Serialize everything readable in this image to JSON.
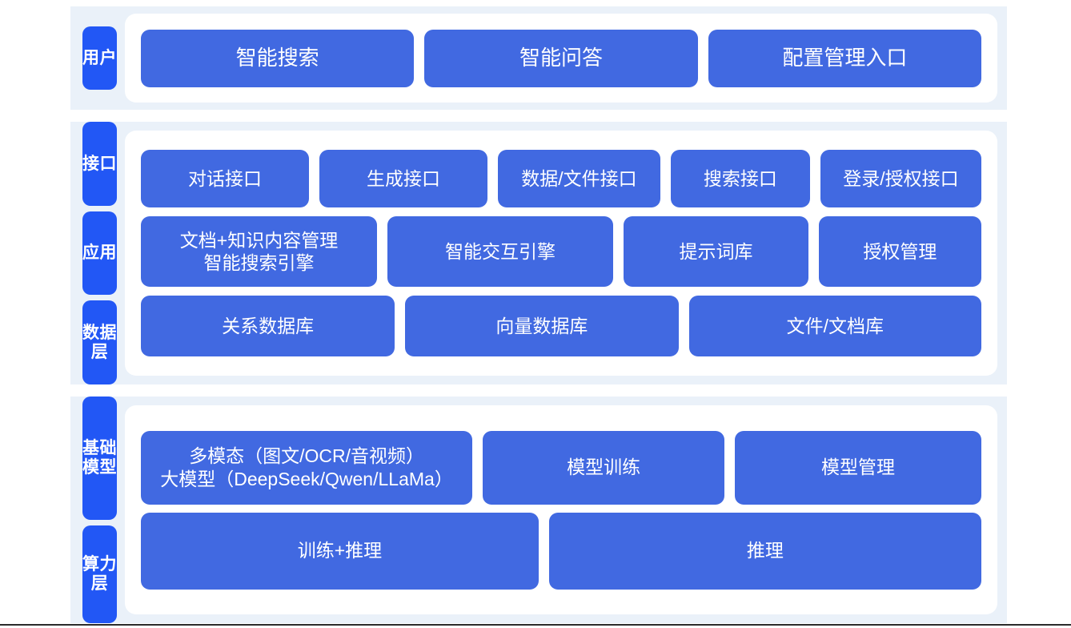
{
  "colors": {
    "band_background": "#eaf1f9",
    "side_label": "#2257f5",
    "box": "#4169e1",
    "panel": "#ffffff",
    "page": "#ffffff"
  },
  "sections": [
    {
      "id": "user",
      "labels": [
        "用户"
      ],
      "rows": [
        {
          "id": "user",
          "boxes": [
            {
              "label": "智能搜索",
              "flex": 1
            },
            {
              "label": "智能问答",
              "flex": 1
            },
            {
              "label": "配置管理入口",
              "flex": 1
            }
          ]
        }
      ]
    },
    {
      "id": "platform",
      "labels": [
        "接口",
        "应用",
        "数据层"
      ],
      "rows": [
        {
          "id": "api",
          "boxes": [
            {
              "label": "对话接口",
              "flex": 1.08
            },
            {
              "label": "生成接口",
              "flex": 1.08
            },
            {
              "label": "数据/文件接口",
              "flex": 1.04
            },
            {
              "label": "搜索接口",
              "flex": 0.88
            },
            {
              "label": "登录/授权接口",
              "flex": 1.03
            }
          ]
        },
        {
          "id": "app",
          "boxes": [
            {
              "label": "文档+知识内容管理\n智能搜索引擎",
              "flex": 1.52
            },
            {
              "label": "智能交互引擎",
              "flex": 1.45
            },
            {
              "label": "提示词库",
              "flex": 1.17
            },
            {
              "label": "授权管理",
              "flex": 1.02
            }
          ]
        },
        {
          "id": "data",
          "boxes": [
            {
              "label": "关系数据库",
              "flex": 1
            },
            {
              "label": "向量数据库",
              "flex": 1.08
            },
            {
              "label": "文件/文档库",
              "flex": 1.16
            }
          ]
        }
      ]
    },
    {
      "id": "base",
      "labels": [
        "基础模型",
        "算力层"
      ],
      "rows": [
        {
          "id": "base-model",
          "boxes": [
            {
              "label": "多模态（图文/OCR/音视频）\n大模型（DeepSeek/Qwen/LLaMa）",
              "flex": 1.35,
              "key": "multimodal"
            },
            {
              "label": "模型训练",
              "flex": 0.97
            },
            {
              "label": "模型管理",
              "flex": 0.99
            }
          ]
        },
        {
          "id": "compute",
          "boxes": [
            {
              "label": "训练+推理",
              "flex": 1
            },
            {
              "label": "推理",
              "flex": 1.09
            }
          ]
        }
      ]
    }
  ]
}
